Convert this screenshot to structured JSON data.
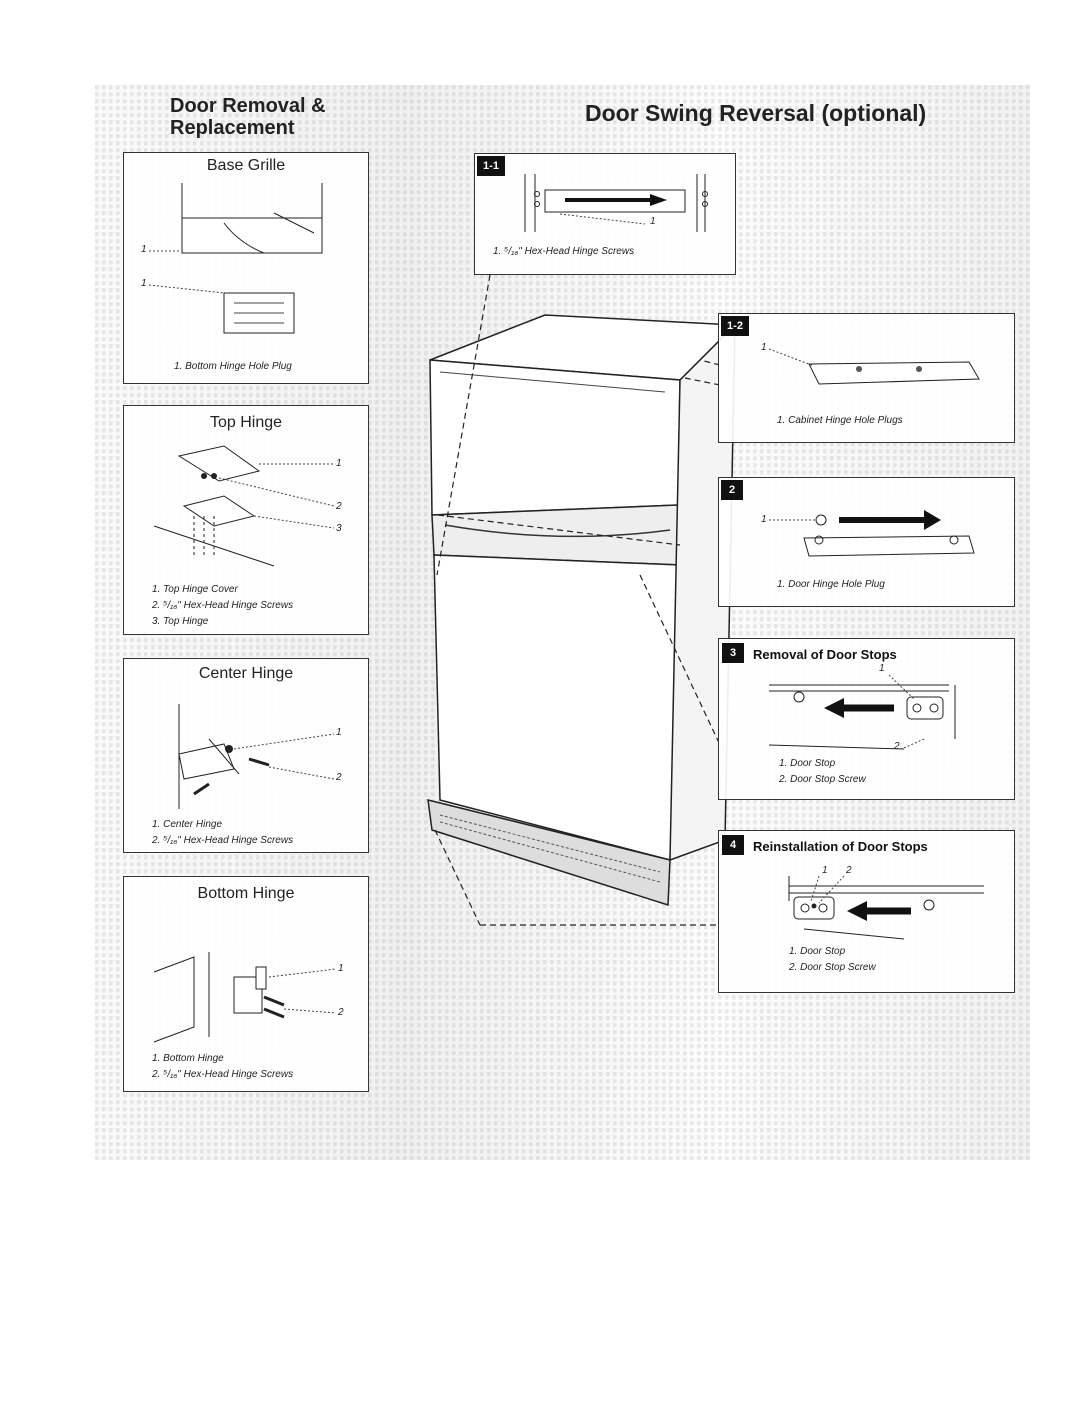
{
  "headings": {
    "left": "Door Removal & Replacement",
    "right": "Door Swing Reversal (optional)"
  },
  "base_grille": {
    "title": "Base Grille",
    "callouts": [
      "1",
      "1"
    ],
    "captions": [
      "1. Bottom Hinge Hole Plug"
    ]
  },
  "top_hinge": {
    "title": "Top Hinge",
    "callouts": [
      "1",
      "2",
      "3"
    ],
    "captions": [
      "1. Top Hinge Cover",
      "2. ⁵/₁₆\" Hex-Head Hinge Screws",
      "3. Top Hinge"
    ]
  },
  "center_hinge": {
    "title": "Center Hinge",
    "callouts": [
      "1",
      "2"
    ],
    "captions": [
      "1. Center Hinge",
      "2. ⁵/₁₆\" Hex-Head Hinge Screws"
    ]
  },
  "bottom_hinge": {
    "title": "Bottom Hinge",
    "callouts": [
      "1",
      "2"
    ],
    "captions": [
      "1. Bottom Hinge",
      "2. ⁵/₁₆\" Hex-Head Hinge Screws"
    ]
  },
  "steps": {
    "s1_1": {
      "label": "1-1",
      "callouts": [
        "1"
      ],
      "caption": "1. ⁵/₁₆\" Hex-Head Hinge Screws"
    },
    "s1_2": {
      "label": "1-2",
      "callouts": [
        "1"
      ],
      "caption": "1. Cabinet Hinge Hole Plugs"
    },
    "s2": {
      "label": "2",
      "callouts": [
        "1"
      ],
      "caption": "1. Door Hinge Hole Plug"
    },
    "s3": {
      "label": "3",
      "title": "Removal of Door Stops",
      "callouts": [
        "1",
        "2"
      ],
      "captions": [
        "1. Door Stop",
        "2. Door Stop Screw"
      ]
    },
    "s4": {
      "label": "4",
      "title": "Reinstallation of Door Stops",
      "callouts": [
        "1",
        "2"
      ],
      "captions": [
        "1. Door Stop",
        "2. Door Stop Screw"
      ]
    }
  }
}
